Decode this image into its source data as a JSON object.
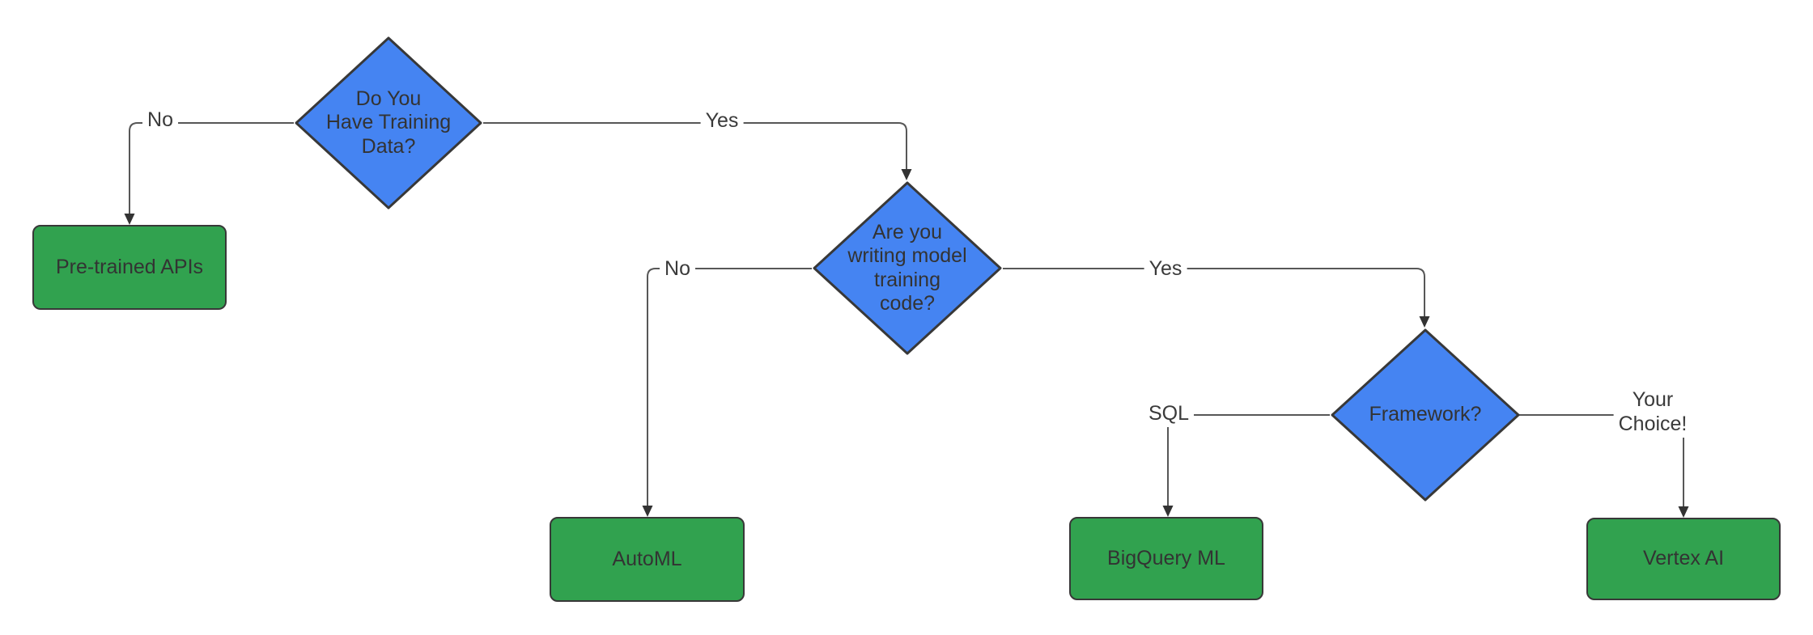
{
  "colors": {
    "canvas_bg": "#FFFFFF",
    "decision_fill": "#4584F2",
    "decision_border": "#383838",
    "result_fill": "#31A24F",
    "result_border": "#383838",
    "connector_line": "#575757",
    "connector_arrow": "#333333",
    "node_text": "#333333",
    "label_text": "#3A3A3A"
  },
  "nodes": {
    "q_training_data": {
      "type": "decision",
      "label": "Do You\nHave Training\nData?"
    },
    "q_writing_code": {
      "type": "decision",
      "label": "Are you\nwriting model\ntraining\ncode?"
    },
    "q_framework": {
      "type": "decision",
      "label": "Framework?"
    },
    "pretrained_apis": {
      "type": "result",
      "label": "Pre-trained APIs"
    },
    "automl": {
      "type": "result",
      "label": "AutoML"
    },
    "bigquery_ml": {
      "type": "result",
      "label": "BigQuery ML"
    },
    "vertex_ai": {
      "type": "result",
      "label": "Vertex AI"
    }
  },
  "edge_labels": {
    "no_training_data": "No",
    "yes_training_data": "Yes",
    "no_writing_code": "No",
    "yes_writing_code": "Yes",
    "framework_sql": "SQL",
    "framework_choice": "Your\nChoice!"
  }
}
